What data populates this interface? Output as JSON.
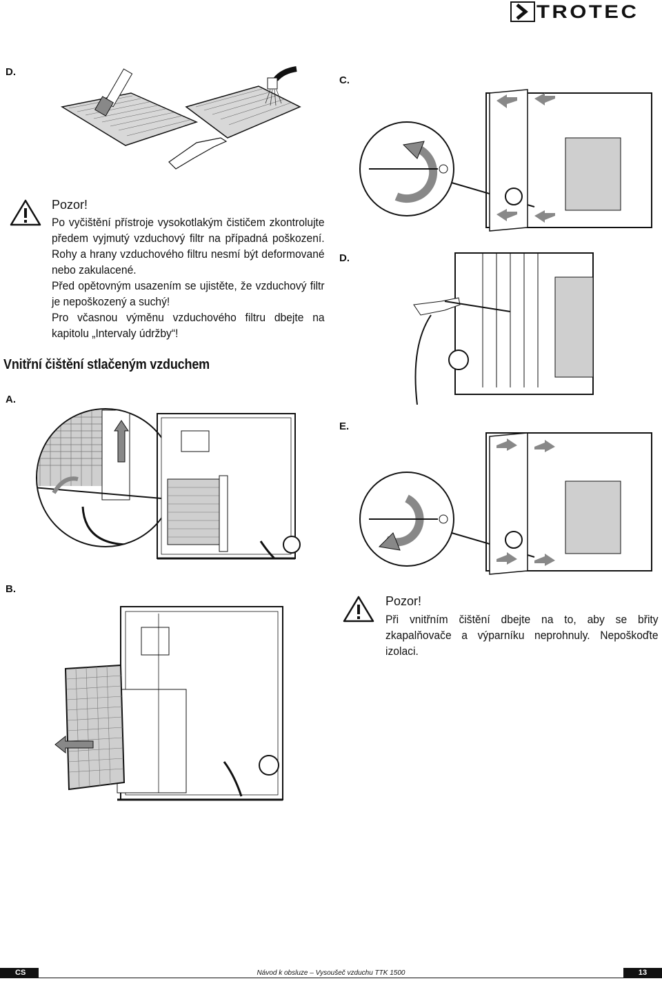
{
  "brand": {
    "logo_text": "TROTEC"
  },
  "steps_left": {
    "d": "D.",
    "a": "A.",
    "b": "B."
  },
  "steps_right": {
    "c": "C.",
    "d": "D.",
    "e": "E."
  },
  "warning1": {
    "title": "Pozor!",
    "paragraphs": [
      "Po vyčištění přístroje vysokotlakým čističem zkontrolujte předem vyjmutý vzduchový filtr na případná poškození. Rohy a hrany vzduchového filtru nesmí být deformované nebo zakulacené.",
      "Před opětovným usazením se ujistěte, že vzduchový filtr je nepoškozený a suchý!",
      "Pro včasnou výměnu vzduchového filtru dbejte na kapitolu „Intervaly údržby“!"
    ]
  },
  "section": {
    "title": "Vnitřní čištění stlačeným vzduchem"
  },
  "warning2": {
    "title": "Pozor!",
    "paragraphs": [
      "Při vnitřním čištění dbejte na to, aby se břity zkapalňovače a výparníku neprohnuly. Nepoškoďte izolaci."
    ]
  },
  "footer": {
    "lang": "CS",
    "title": "Návod k obsluze – Vysoušeč vzduchu TTK 1500",
    "page": "13"
  }
}
